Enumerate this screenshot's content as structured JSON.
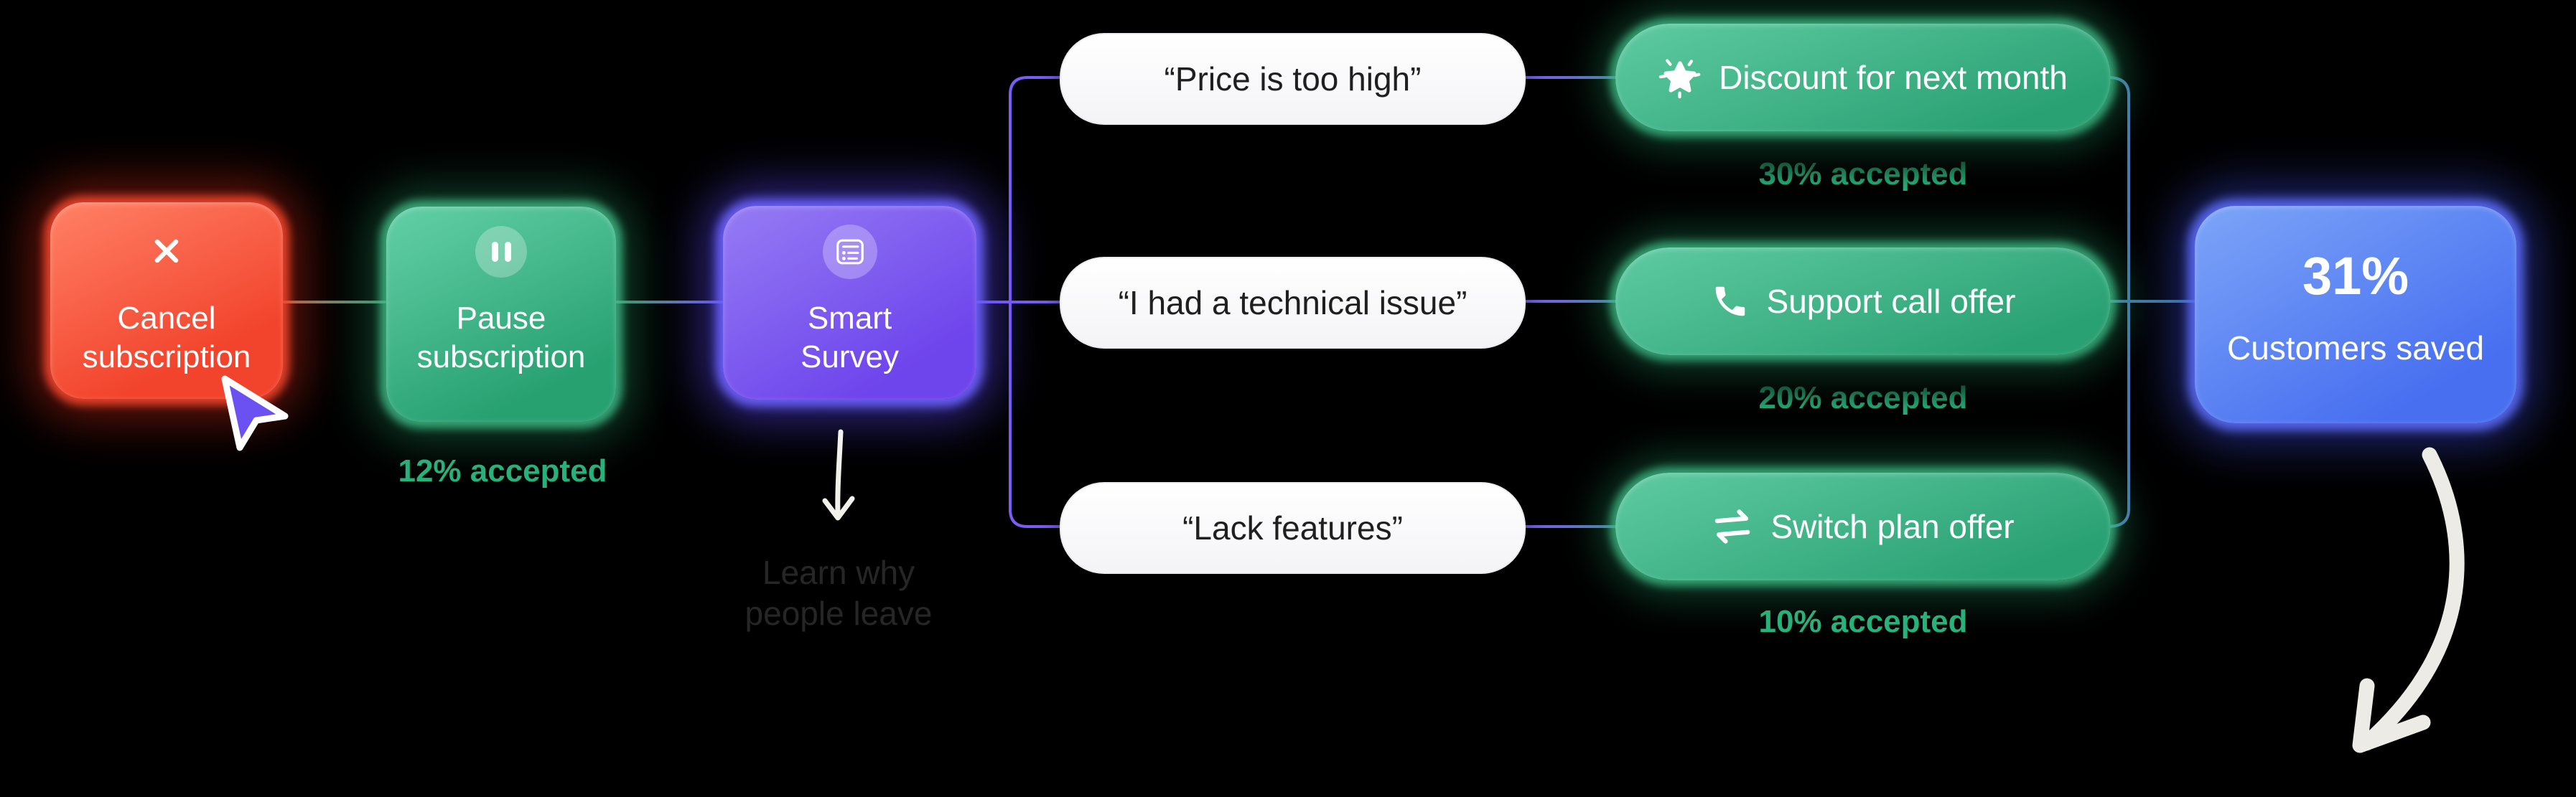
{
  "flow": {
    "cancel": {
      "line1": "Cancel",
      "line2": "subscription"
    },
    "pause": {
      "line1": "Pause",
      "line2": "subscription",
      "stat": "12% accepted"
    },
    "survey": {
      "line1": "Smart",
      "line2": "Survey"
    },
    "annotation": {
      "line1": "Learn why",
      "line2": "people leave"
    },
    "result": {
      "value": "31%",
      "label": "Customers saved"
    }
  },
  "reasons": [
    {
      "text": "“Price is too high”"
    },
    {
      "text": "“I had a technical issue”"
    },
    {
      "text": "“Lack features”"
    }
  ],
  "offers": [
    {
      "icon": "sparkle-icon",
      "label": "Discount for next month",
      "stat": "30% accepted"
    },
    {
      "icon": "phone-icon",
      "label": "Support call offer",
      "stat": "20% accepted"
    },
    {
      "icon": "switch-icon",
      "label": "Switch plan offer",
      "stat": "10% accepted"
    }
  ],
  "icons": {
    "cancel": "x-icon",
    "pause": "pause-icon",
    "survey": "survey-list-icon"
  },
  "colors": {
    "background": "#000000",
    "node_red": "#f2432c",
    "node_green": "#2fa878",
    "node_purple": "#7450f0",
    "node_blue": "#4a73ee",
    "stat_green": "#29b27b",
    "line_purple": "#7b5cf5",
    "line_steel": "#4a7ab2",
    "line_teal": "#357d85",
    "reason_text": "#1f1f1f",
    "annotation_text": "#262626",
    "cursor_fill": "#6b50f2"
  }
}
